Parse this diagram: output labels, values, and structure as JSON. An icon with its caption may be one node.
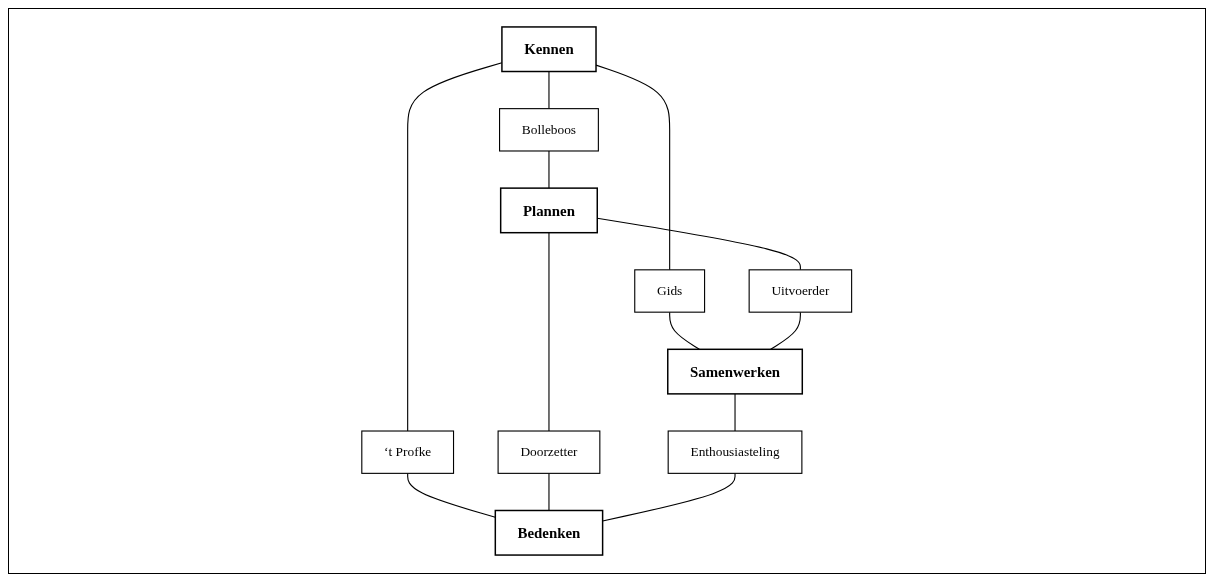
{
  "diagram": {
    "nodes": [
      {
        "text": [
          "Kennen"
        ]
      },
      {
        "text": [
          "Bolleboos"
        ]
      },
      {
        "text": [
          "Plannen"
        ]
      },
      {
        "text": [
          "‘t Profke"
        ]
      },
      {
        "text": [
          "Gids"
        ]
      },
      {
        "text": [
          "Doorzetter"
        ]
      },
      {
        "text": [
          "Uitvoerder"
        ]
      },
      {
        "text": [
          "Samenwerken"
        ]
      },
      {
        "text": [
          "Enthousiasteling"
        ]
      },
      {
        "text": [
          "Bedenken"
        ]
      }
    ],
    "edges": [
      {
        "from": 0,
        "to": 1,
        "arrow": "none"
      },
      {
        "from": 1,
        "to": 2,
        "arrow": "none"
      },
      {
        "from": 0,
        "to": 3,
        "arrow": "none"
      },
      {
        "from": 3,
        "to": 9,
        "arrow": "none"
      },
      {
        "from": 0,
        "to": 4,
        "arrow": "none"
      },
      {
        "from": 4,
        "to": 7,
        "arrow": "none"
      },
      {
        "from": 2,
        "to": 5,
        "arrow": "none"
      },
      {
        "from": 5,
        "to": 9,
        "arrow": "none"
      },
      {
        "from": 2,
        "to": 6,
        "arrow": "none"
      },
      {
        "from": 6,
        "to": 7,
        "arrow": "none"
      },
      {
        "from": 7,
        "to": 8,
        "arrow": "none"
      },
      {
        "from": 8,
        "to": 9,
        "arrow": "none"
      }
    ]
  }
}
